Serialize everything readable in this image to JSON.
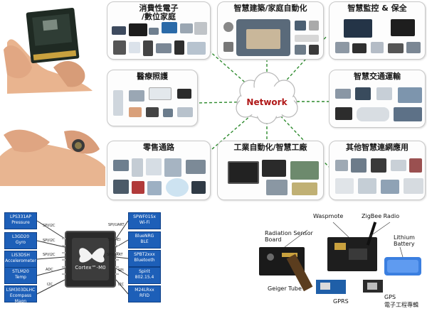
{
  "center": {
    "label": "Network"
  },
  "categories": [
    {
      "id": "consumer",
      "title": "消費性電子\n/數位家庭"
    },
    {
      "id": "building",
      "title": "智慧建築/家庭自動化"
    },
    {
      "id": "security",
      "title": "智慧監控 & 保全"
    },
    {
      "id": "medical",
      "title": "醫療照護"
    },
    {
      "id": "transport",
      "title": "智慧交通運輸"
    },
    {
      "id": "retail",
      "title": "零售通路"
    },
    {
      "id": "industrial",
      "title": "工業自動化/智慧工廠"
    },
    {
      "id": "other",
      "title": "其他智慧連網應用"
    }
  ],
  "chip": {
    "core_label": "Cortex™-M0",
    "sensors_left": [
      {
        "line1": "LPS331AP",
        "line2": "Pressure",
        "bus": "SPI/I2C"
      },
      {
        "line1": "L3GD20",
        "line2": "Gyro",
        "bus": "SPI/I2C"
      },
      {
        "line1": "LIS3DSH",
        "line2": "Accelerometer",
        "bus": "SPI/I2C"
      },
      {
        "line1": "STLM20",
        "line2": "Temp",
        "bus": "ADC"
      },
      {
        "line1": "LSM303DLHC",
        "line2": "Ecompass Magn",
        "bus": "I2C"
      }
    ],
    "sensors_right": [
      {
        "line1": "SPWF01Sx",
        "line2": "Wi-Fi",
        "bus": "SPI/UART"
      },
      {
        "line1": "BlueNRG",
        "line2": "BLE",
        "bus": "SPI/ACI"
      },
      {
        "line1": "SPBT2xxx",
        "line2": "Bluetooth",
        "bus": "SPI/UART"
      },
      {
        "line1": "Spirit",
        "line2": "802.15.4",
        "bus": "SPI"
      },
      {
        "line1": "M24LRxx",
        "line2": "RFID",
        "bus": "I2C"
      }
    ]
  },
  "hardware": {
    "waspmote": "Waspmote",
    "zigbee": "ZigBee Radio",
    "radiation": "Radiation Sensor\nBoard",
    "lithium": "Lithium\nBattery",
    "geiger": "Geiger Tube",
    "gprs": "GPRS",
    "gps": "GPS"
  },
  "watermark": "電子工程專輯",
  "colors": {
    "network_text": "#b01818",
    "link_line": "#2e8b2e",
    "sensor_blue": "#1d5fb8"
  }
}
